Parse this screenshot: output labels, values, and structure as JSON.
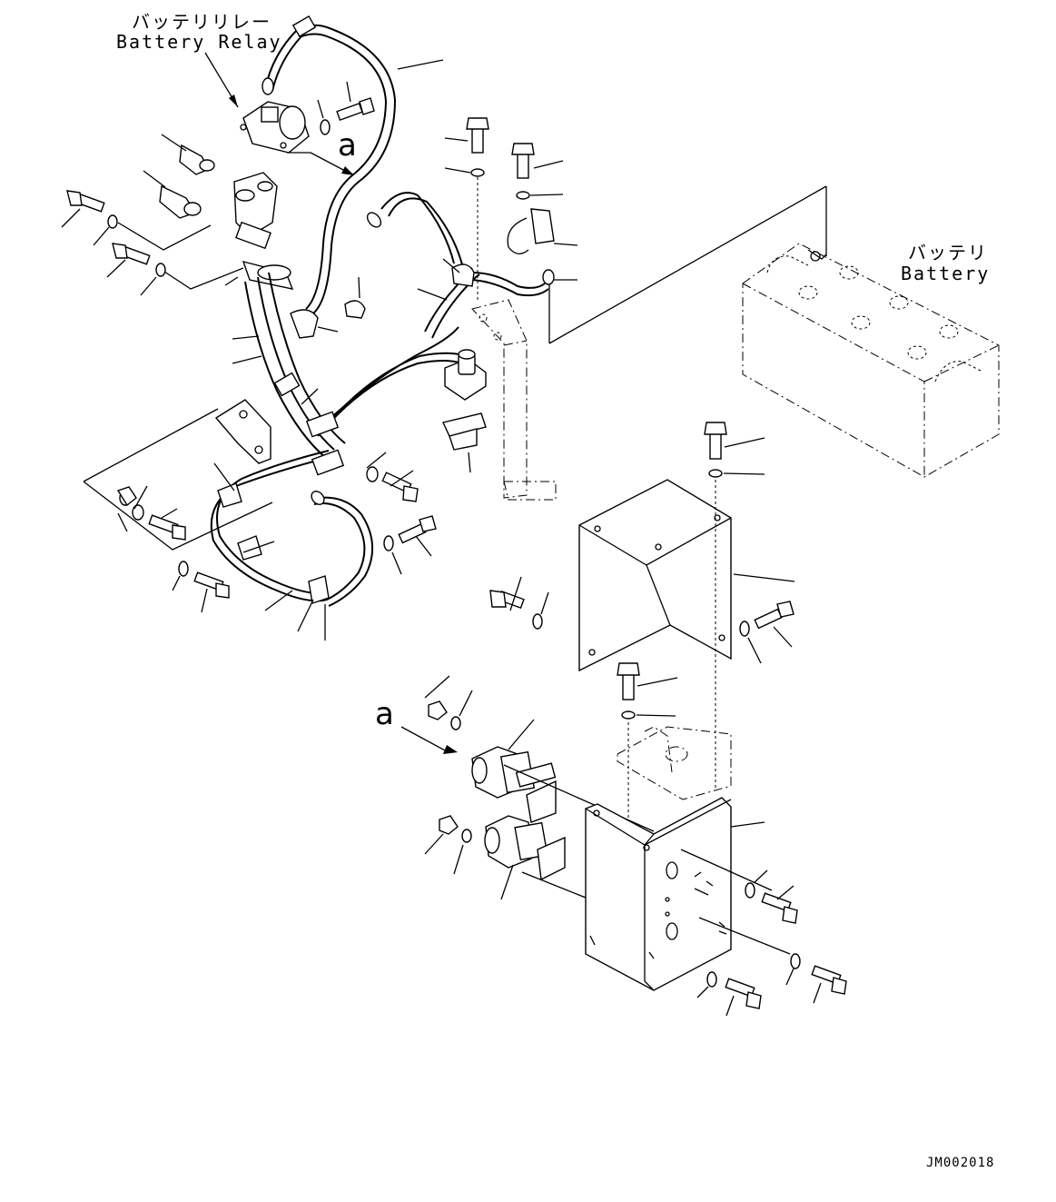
{
  "labels": {
    "battery_relay_jp": "バッテリリレー",
    "battery_relay_en": "Battery Relay",
    "battery_jp": "バッテリ",
    "battery_en": "Battery",
    "view_a_top": "a",
    "view_a_bottom": "a",
    "drawing_code": "JM002018"
  }
}
